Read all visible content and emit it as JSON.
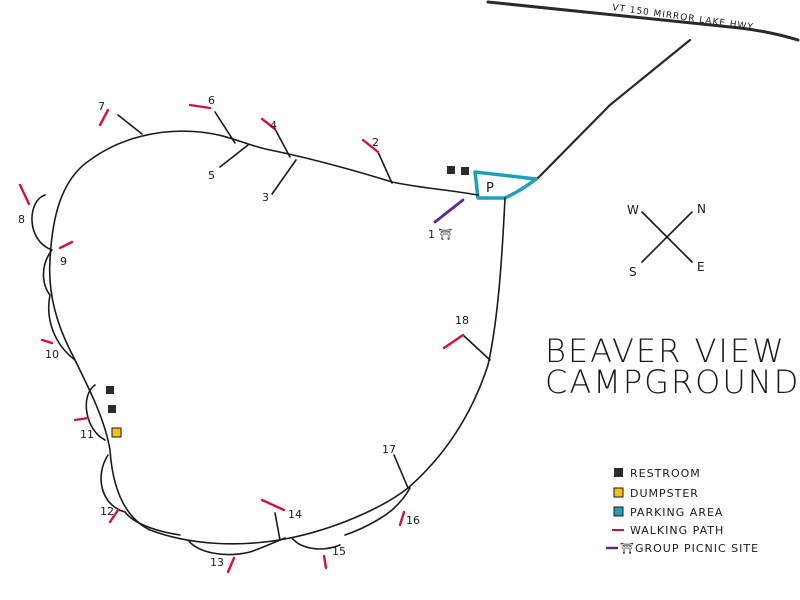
{
  "map": {
    "title_line1": "BEAVER VIEW",
    "title_line2": "CAMPGROUND",
    "road_label": "VT 150 MIRROR LAKE HWY",
    "parking_letter": "P",
    "picnic_site_label": "1 ⛩",
    "sites": [
      "1",
      "2",
      "3",
      "4",
      "5",
      "6",
      "7",
      "8",
      "9",
      "10",
      "11",
      "12",
      "13",
      "14",
      "15",
      "16",
      "17",
      "18"
    ],
    "compass": {
      "w": "W",
      "n": "N",
      "s": "S",
      "e": "E"
    },
    "colors": {
      "restroom": "#2b2b2b",
      "dumpster": "#f2c21b",
      "parking": "#1fa0b8",
      "walking_path": "#d2123b",
      "picnic": "#5b2a8c"
    }
  },
  "legend": {
    "items": [
      {
        "icon": "restroom-icon",
        "label": "RESTROOM"
      },
      {
        "icon": "dumpster-icon",
        "label": "DUMPSTER"
      },
      {
        "icon": "parking-icon",
        "label": "PARKING AREA"
      },
      {
        "icon": "walking-path-icon",
        "label": "WALKING PATH"
      },
      {
        "icon": "picnic-site-icon",
        "label": "⛩GROUP PICNIC SITE"
      }
    ]
  }
}
